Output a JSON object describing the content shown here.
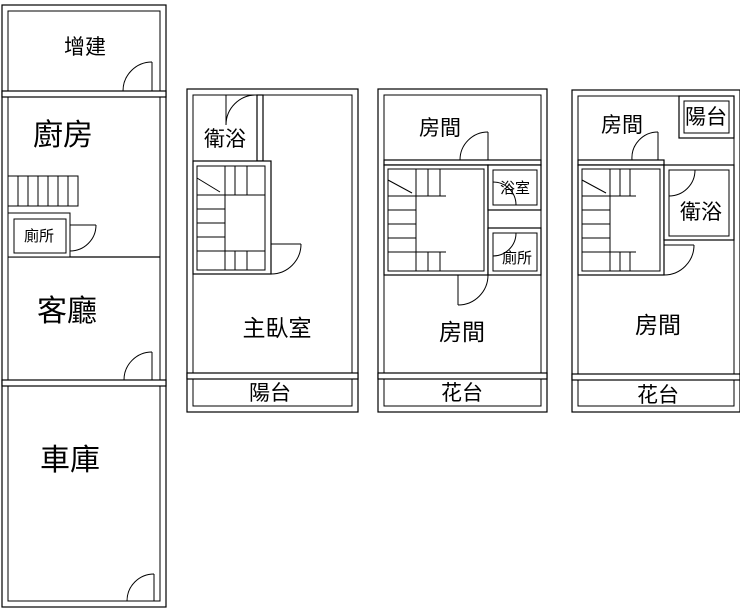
{
  "floor_1": {
    "extension": "增建",
    "kitchen": "廚房",
    "toilet": "廁所",
    "living_room": "客廳",
    "garage": "車庫"
  },
  "floor_2": {
    "bathroom": "衛浴",
    "master_bedroom": "主臥室",
    "balcony": "陽台"
  },
  "floor_3": {
    "room_top": "房間",
    "shower": "浴室",
    "toilet": "廁所",
    "room_bottom": "房間",
    "planter": "花台"
  },
  "floor_4": {
    "room_top": "房間",
    "balcony": "陽台",
    "bathroom": "衛浴",
    "room_bottom": "房間",
    "planter": "花台"
  }
}
